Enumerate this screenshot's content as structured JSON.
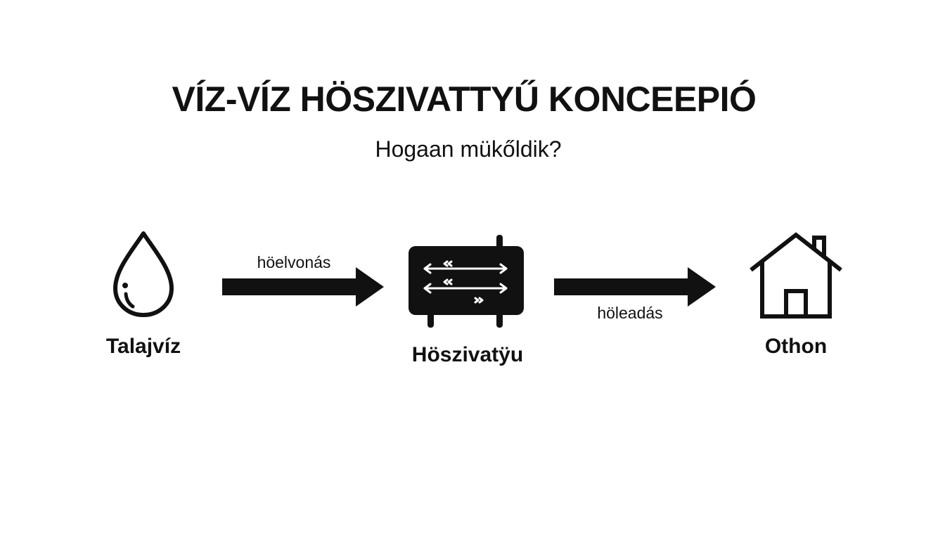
{
  "diagram": {
    "title": "VÍZ-VÍZ HÖSZIVATTYŰ KONCEEPIÓ",
    "subtitle": "Hogaan mükőldik?",
    "nodes": [
      {
        "id": "source",
        "label": "Talajvíz",
        "icon": "water-drop-icon"
      },
      {
        "id": "pump",
        "label": "Höszivatÿu",
        "icon": "heat-exchanger-icon"
      },
      {
        "id": "home",
        "label": "Othon",
        "icon": "house-icon"
      }
    ],
    "edges": [
      {
        "from": "source",
        "to": "pump",
        "label": "höelvonás"
      },
      {
        "from": "pump",
        "to": "home",
        "label": "höleadás"
      }
    ],
    "colors": {
      "background": "#ffffff",
      "foreground": "#111111",
      "icon_fill": "#111111",
      "icon_detail": "#ffffff"
    }
  }
}
